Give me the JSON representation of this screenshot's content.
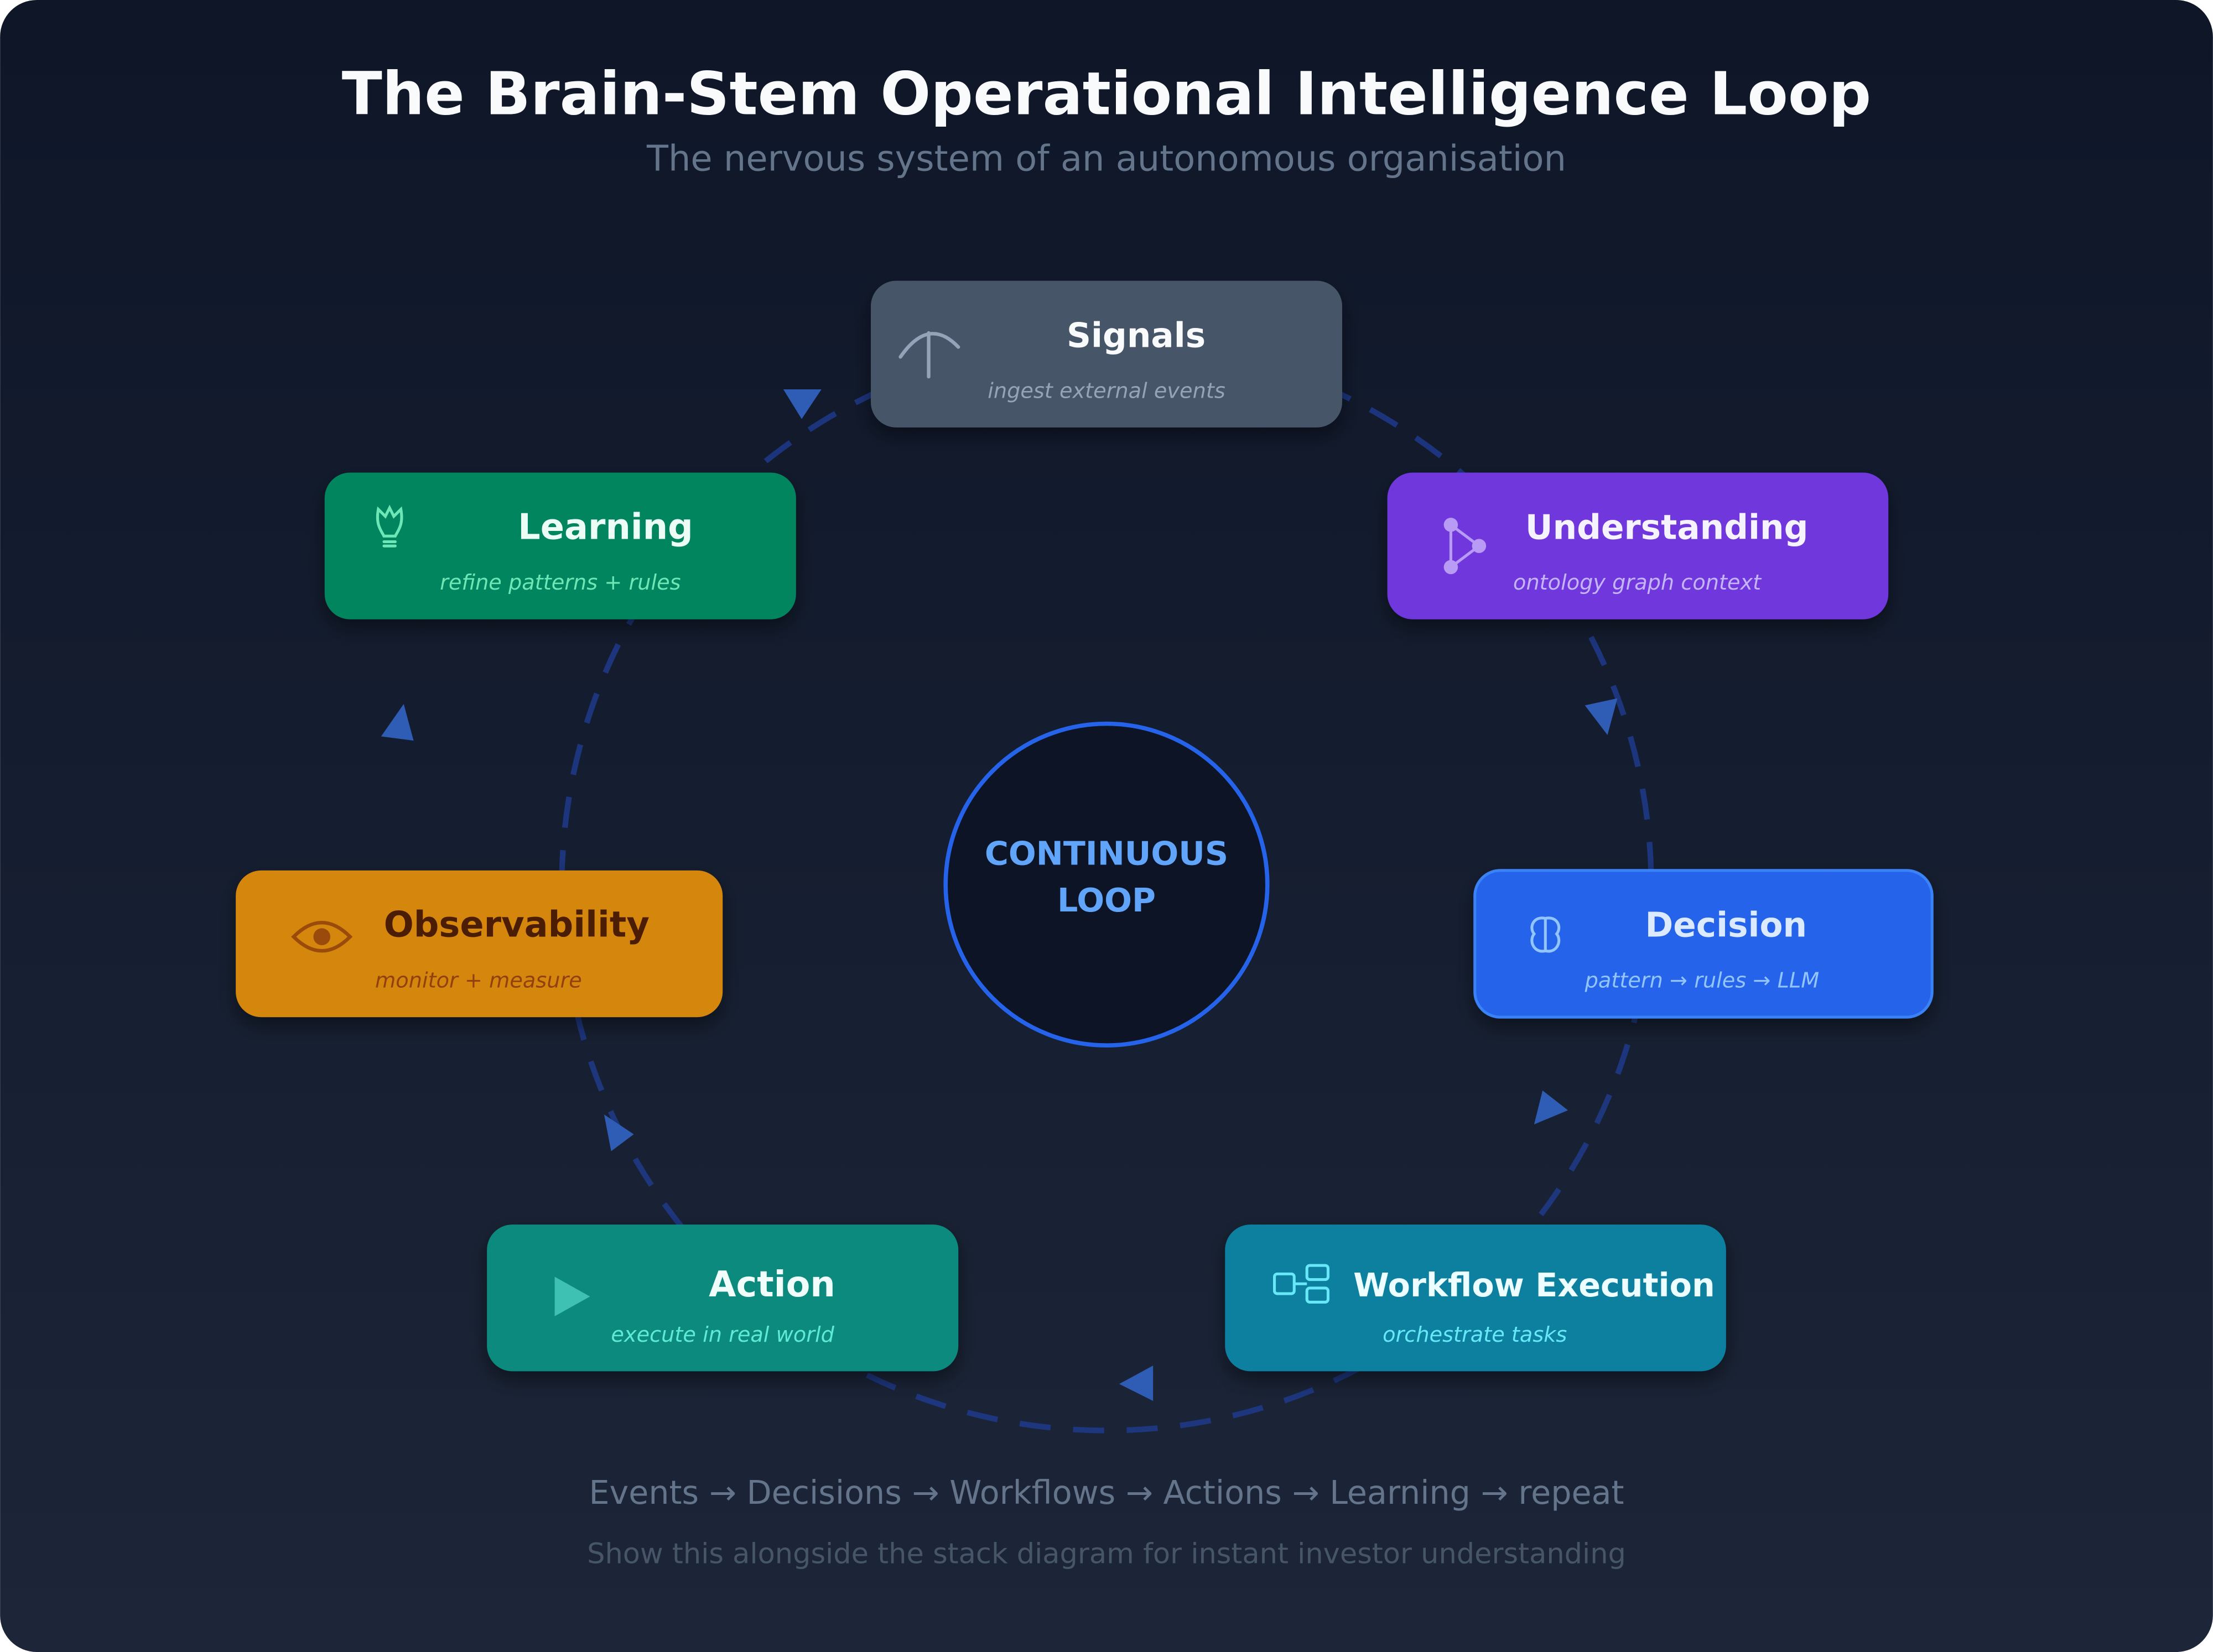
{
  "header": {
    "title": "The Brain-Stem Operational Intelligence Loop",
    "subtitle": "The nervous system of an autonomous organisation"
  },
  "center": {
    "line1": "CONTINUOUS",
    "line2": "LOOP"
  },
  "nodes": [
    {
      "id": "signals",
      "title": "Signals",
      "subtitle": "ingest external events",
      "icon": "antenna-icon",
      "fill": "#475569",
      "title_color": "#f8fafc",
      "sub_color": "#94a3b8"
    },
    {
      "id": "understanding",
      "title": "Understanding",
      "subtitle": "ontology graph context",
      "icon": "graph-icon",
      "fill": "#7c3aed",
      "title_color": "#f5f3ff",
      "sub_color": "#c4b5fd"
    },
    {
      "id": "decision",
      "title": "Decision",
      "subtitle": "pattern → rules → LLM",
      "icon": "brain-icon",
      "fill": "#2563eb",
      "title_color": "#dbeafe",
      "sub_color": "#93c5fd"
    },
    {
      "id": "workflow",
      "title": "Workflow Execution",
      "subtitle": "orchestrate tasks",
      "icon": "workflow-icon",
      "fill": "#0e7490",
      "title_color": "#ecfeff",
      "sub_color": "#67e8f9"
    },
    {
      "id": "action",
      "title": "Action",
      "subtitle": "execute in real world",
      "icon": "play-icon",
      "fill": "#0f766e",
      "title_color": "#f0fdfa",
      "sub_color": "#5eead4"
    },
    {
      "id": "observability",
      "title": "Observability",
      "subtitle": "monitor + measure",
      "icon": "eye-icon",
      "fill": "#d97706",
      "title_color": "#451a03",
      "sub_color": "#92400e"
    },
    {
      "id": "learning",
      "title": "Learning",
      "subtitle": "refine patterns + rules",
      "icon": "lightbulb-icon",
      "fill": "#047857",
      "title_color": "#ecfdf5",
      "sub_color": "#6ee7b7"
    }
  ],
  "footer": {
    "flow": "Events → Decisions → Workflows → Actions → Learning → repeat",
    "note": "Show this alongside the stack diagram for instant investor understanding"
  },
  "colors": {
    "bg_top": "#0f172a",
    "bg_bottom": "#1e293b",
    "accent": "#2563eb",
    "center_text": "#60a5fa",
    "ring": "#1e3a8a",
    "arrow": "#2f5db5",
    "muted_text": "#64748b",
    "faint_text": "#475569"
  }
}
